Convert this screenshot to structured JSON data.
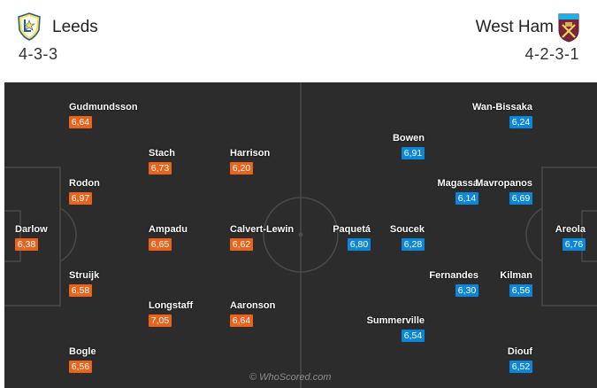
{
  "home": {
    "name": "Leeds",
    "formation": "4-3-3",
    "crest_icon": "leeds-crest-icon",
    "rating_color": "#e9631c",
    "players": [
      {
        "name": "Gudmundsson",
        "rating": "6,64"
      },
      {
        "name": "Stach",
        "rating": "6,73"
      },
      {
        "name": "Harrison",
        "rating": "6,20"
      },
      {
        "name": "Rodon",
        "rating": "6,97"
      },
      {
        "name": "Darlow",
        "rating": "6,38"
      },
      {
        "name": "Ampadu",
        "rating": "6,65"
      },
      {
        "name": "Calvert-Lewin",
        "rating": "6,62"
      },
      {
        "name": "Struijk",
        "rating": "6,58"
      },
      {
        "name": "Longstaff",
        "rating": "7,05"
      },
      {
        "name": "Aaronson",
        "rating": "6,64"
      },
      {
        "name": "Bogle",
        "rating": "6,56"
      }
    ]
  },
  "away": {
    "name": "West Ham",
    "formation": "4-2-3-1",
    "crest_icon": "west-ham-crest-icon",
    "rating_color": "#0c86d9",
    "players": [
      {
        "name": "Wan-Bissaka",
        "rating": "6,24"
      },
      {
        "name": "Bowen",
        "rating": "6,91"
      },
      {
        "name": "Magassa",
        "rating": "6,14"
      },
      {
        "name": "Mavropanos",
        "rating": "6,69"
      },
      {
        "name": "Paquetá",
        "rating": "6,80"
      },
      {
        "name": "Soucek",
        "rating": "6,28"
      },
      {
        "name": "Areola",
        "rating": "6,76"
      },
      {
        "name": "Fernandes",
        "rating": "6,30"
      },
      {
        "name": "Kilman",
        "rating": "6,56"
      },
      {
        "name": "Summerville",
        "rating": "6,54"
      },
      {
        "name": "Diouf",
        "rating": "6,52"
      }
    ]
  },
  "pitch": {
    "background": "#2c2c2c",
    "line_color": "#4a4a4a"
  },
  "watermark": "© WhoScored.com"
}
